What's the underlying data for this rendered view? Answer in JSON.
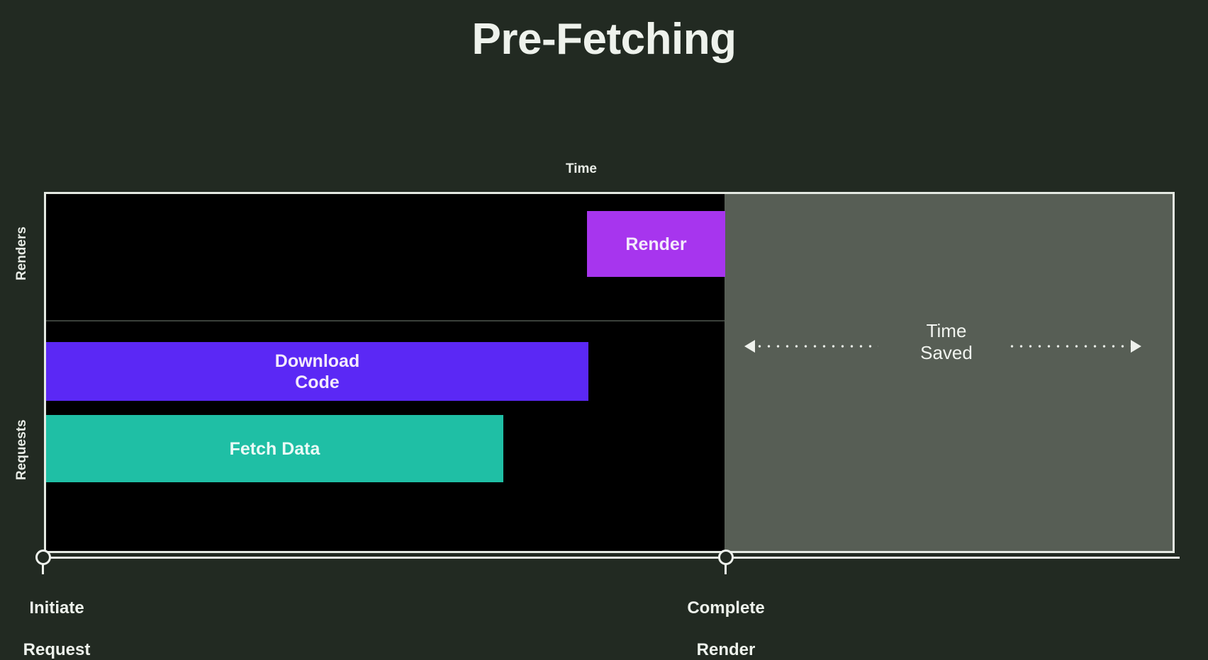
{
  "slide": {
    "title": "Pre-Fetching",
    "background_color": "#222a22",
    "text_color": "#eef2ec"
  },
  "chart_data": {
    "type": "bar",
    "title": "Pre-Fetching",
    "orientation": "horizontal",
    "xlabel": "Time",
    "ylabel": "",
    "grid": false,
    "legend": "none",
    "axis_groups": [
      "Renders",
      "Requests"
    ],
    "categories": [
      "Render",
      "Download Code",
      "Fetch Data"
    ],
    "series": [
      {
        "name": "Timeline tasks",
        "bars": [
          {
            "label": "Render",
            "group": "Renders",
            "start": 0.478,
            "end": 0.6,
            "color": "#a735ee"
          },
          {
            "label": "Download Code",
            "group": "Requests",
            "start": 0.0,
            "end": 0.48,
            "color": "#5b28f5"
          },
          {
            "label": "Fetch Data",
            "group": "Requests",
            "start": 0.0,
            "end": 0.404,
            "color": "#1fbfa5"
          }
        ]
      }
    ],
    "annotations": [
      {
        "name": "time-saved-region",
        "label": "Time\nSaved",
        "start": 0.6,
        "end": 1.0,
        "color": "#575e55"
      },
      {
        "name": "initiate-request-marker",
        "label": "Initiate\nRequest",
        "x": 0.0
      },
      {
        "name": "complete-render-marker",
        "label": "Complete\nRender",
        "x": 0.6
      }
    ],
    "xlim": [
      0,
      1
    ]
  },
  "axis": {
    "time_label": "Time",
    "renders_label": "Renders",
    "requests_label": "Requests"
  },
  "bars": {
    "render": {
      "label": "Render",
      "color": "#a735ee"
    },
    "download": {
      "label": "Download\nCode",
      "line1": "Download",
      "line2": "Code",
      "color": "#5b28f5"
    },
    "fetch": {
      "label": "Fetch Data",
      "color": "#1fbfa5"
    }
  },
  "saved": {
    "label": "Time\nSaved",
    "line1": "Time",
    "line2": "Saved",
    "panel_color": "#575e55"
  },
  "endpoints": {
    "initiate": {
      "label": "Initiate\nRequest",
      "line1": "Initiate",
      "line2": "Request"
    },
    "complete": {
      "label": "Complete\nRender",
      "line1": "Complete",
      "line2": "Render"
    }
  }
}
